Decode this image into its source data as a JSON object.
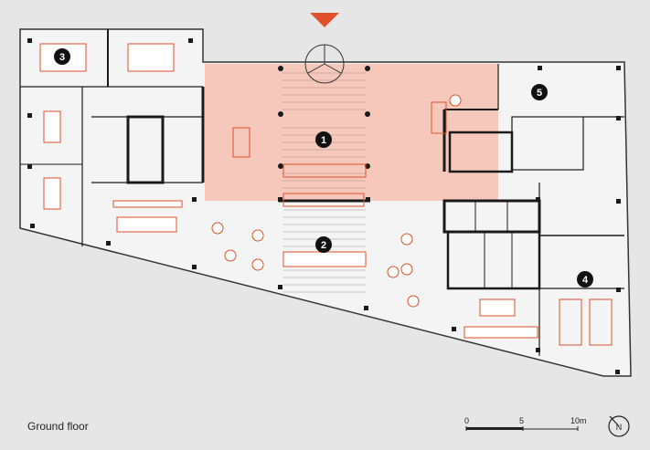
{
  "caption": "Ground floor",
  "scale_bar": {
    "ticks": [
      "0",
      "5",
      "10m"
    ]
  },
  "compass_label": "N",
  "room_numbers": [
    "1",
    "2",
    "3",
    "4",
    "5"
  ],
  "colors": {
    "background": "#e6e6e6",
    "floor": "#f4f4f4",
    "highlight": "#f5c8bb",
    "accent": "#e0502b",
    "wall": "#1a1a1a"
  },
  "icons": {
    "entrance": "entrance-arrow-icon",
    "north": "north-compass-icon"
  }
}
